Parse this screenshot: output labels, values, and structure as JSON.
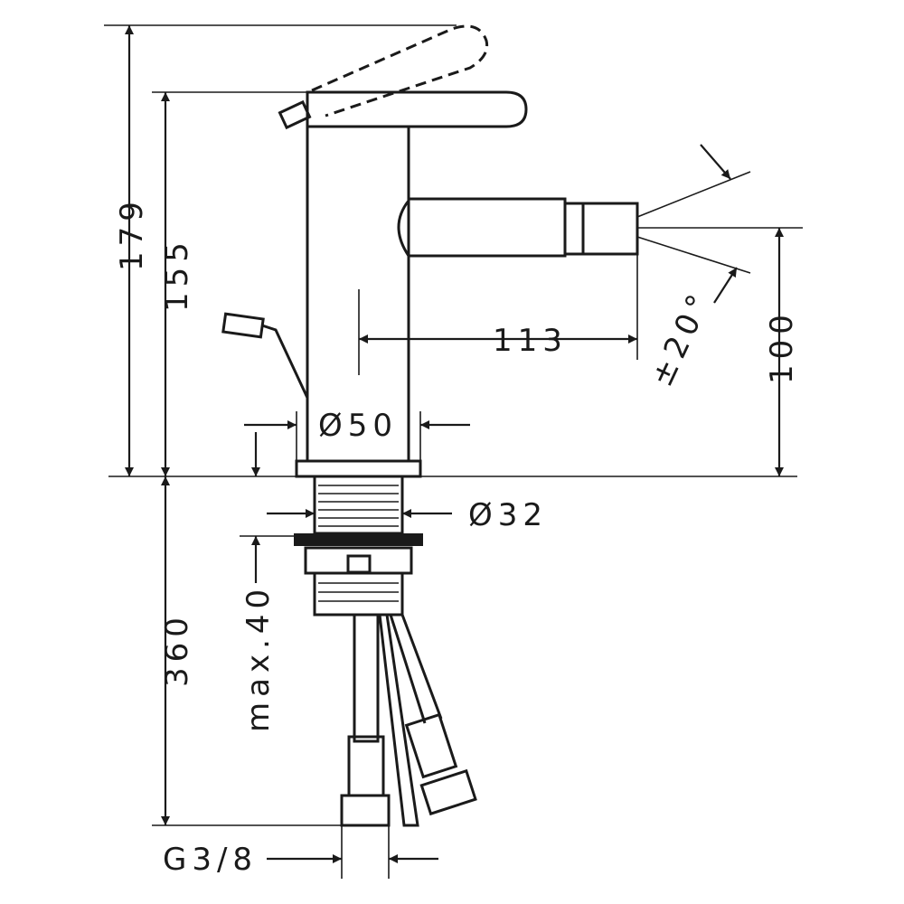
{
  "title": "Bidet mixer dimension drawing",
  "dimensions": {
    "total_height": "179",
    "body_height": "155",
    "spout_reach": "113",
    "spray_angle": "±20°",
    "spout_height": "100",
    "body_diameter": "Ø50",
    "shank_diameter": "Ø32",
    "hose_length": "360",
    "max_thickness": "max.40",
    "connection_thread": "G3/8"
  },
  "colors": {
    "line": "#1a1a1a",
    "background": "#ffffff"
  }
}
